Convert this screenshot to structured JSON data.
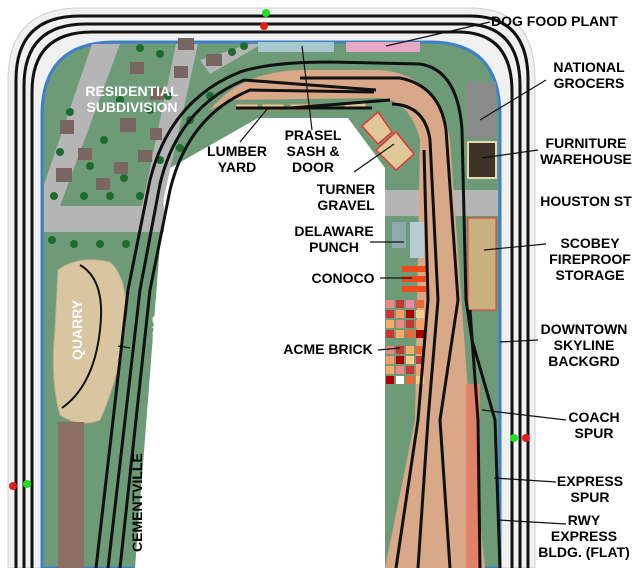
{
  "colors": {
    "background": "#ffffff",
    "benchwork": "#f0f0f0",
    "fascia": "#3f80c8",
    "scenery": "#6d9b78",
    "track": "#111111",
    "roadbed": "#d8a888",
    "street": "#b5b5b5",
    "signal_green": "#1ee21e",
    "signal_red": "#e51c1c",
    "tree": "#1d6b2e",
    "house": "#7a6660",
    "quarry": "#d9c6a1",
    "express_building": "#e0826a"
  },
  "labels": {
    "dog_food_plant": "DOG FOOD PLANT",
    "national_grocers": [
      "NATIONAL",
      "GROCERS"
    ],
    "furniture_warehouse": [
      "FURNITURE",
      "WAREHOUSE"
    ],
    "houston_st": "HOUSTON ST",
    "scobey_fireproof_storage": [
      "SCOBEY",
      "FIREPROOF",
      "STORAGE"
    ],
    "downtown_skyline": [
      "DOWNTOWN",
      "SKYLINE",
      "BACKGRD"
    ],
    "coach_spur": [
      "COACH",
      "SPUR"
    ],
    "express_spur": [
      "EXPRESS",
      "SPUR"
    ],
    "rwy_express_bldg": [
      "RWY",
      "EXPRESS",
      "BLDG. (FLAT)"
    ],
    "residential_subdivision": [
      "RESIDENTIAL",
      "SUBDIVISION"
    ],
    "lumber_yard": [
      "LUMBER",
      "YARD"
    ],
    "prasel_sash_door": [
      "PRASEL",
      "SASH &",
      "DOOR"
    ],
    "turner_gravel": [
      "TURNER",
      "GRAVEL"
    ],
    "delaware_punch": [
      "DELAWARE",
      "PUNCH"
    ],
    "conoco": "CONOCO",
    "acme_brick": "ACME BRICK",
    "quarry": "QUARRY",
    "adams_siding": "ADAMS SIDING",
    "cementville": "CEMENTVILLE"
  }
}
